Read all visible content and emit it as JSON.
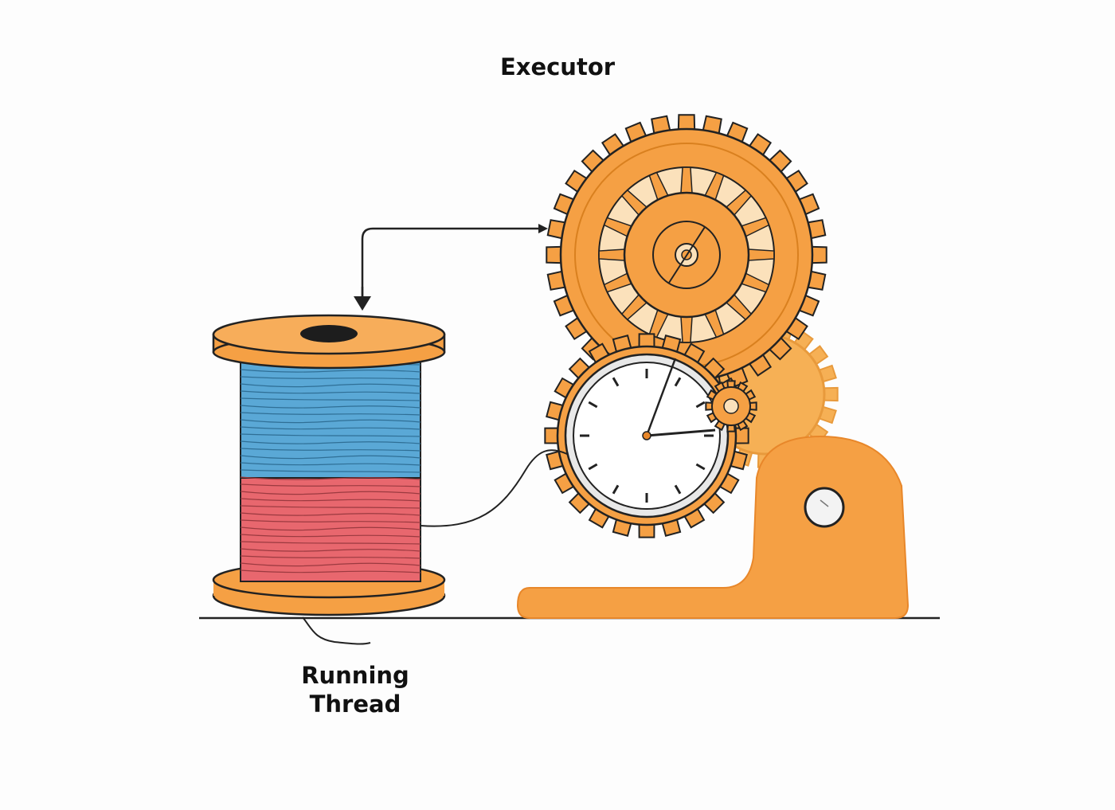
{
  "labels": {
    "executor": "Executor",
    "thread_line1": "Running",
    "thread_line2": "Thread"
  },
  "colors": {
    "orange": "#f5a044",
    "orange_dark": "#e8872a",
    "outline": "#222222",
    "thread_blue": "#5aa8d6",
    "thread_red": "#e8676e",
    "clock_face": "#ffffff",
    "background": "#fdfdfd"
  },
  "icons": [
    "spool-icon",
    "gear-icon",
    "clock-icon",
    "arrow-icon"
  ]
}
